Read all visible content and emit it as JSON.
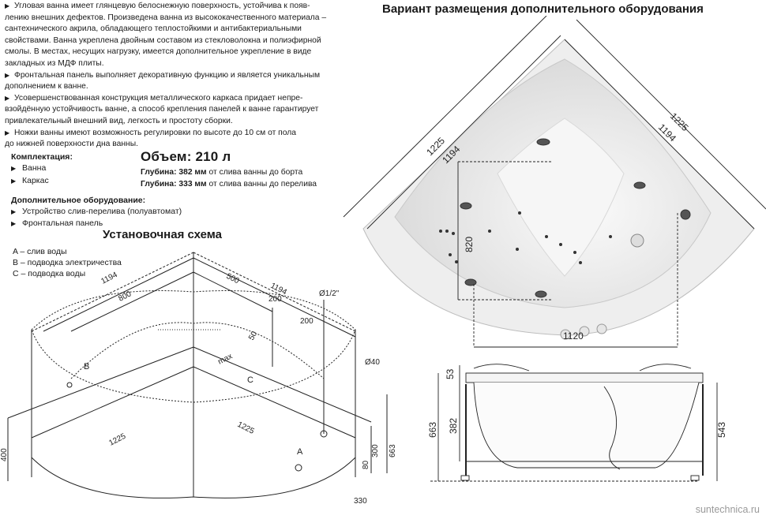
{
  "description": [
    "Угловая ванна имеет глянцевую белоснежную поверхность, устойчива к появ-",
    "лению внешних дефектов. Произведена ванна из высококачественного материала –",
    "сантехнического акрила, обладающего теплостойкими и антибактериальными",
    "свойствами. Ванна укреплена двойным составом из стекловолокна и полиэфирной",
    "смолы. В местах, несущих нагрузку, имеется дополнительное укрепление в виде",
    "закладных из МДФ плиты.",
    "Фронтальная панель выполняет декоративную функцию и является уникальным",
    "дополнением к ванне.",
    "Усовершенствованная конструкция металлического каркаса придает непре-",
    "взойдённую устойчивость ванне, а способ крепления панелей к ванне гарантирует",
    "привлекательный внешний вид, легкость и простоту сборки.",
    "Ножки ванны имеют возможность регулировки по высоте до 10 см от пола",
    "до нижней поверхности дна ванны."
  ],
  "kit": {
    "title": "Комплектация:",
    "items": [
      "Ванна",
      "Каркас"
    ]
  },
  "volume": {
    "label": "Объем: 210 л",
    "depth_board_bold": "Глубина: 382 мм",
    "depth_board_rest": " от слива ванны до борта",
    "depth_overflow_bold": "Глубина: 333 мм",
    "depth_overflow_rest": " от слива ванны до перелива"
  },
  "extra": {
    "title": "Дополнительное оборудование:",
    "items": [
      "Устройство слив-перелива (полуавтомат)",
      "Фронтальная панель"
    ]
  },
  "install": {
    "title": "Установочная схема",
    "legend": [
      "A – слив воды",
      "B – подводка электричества",
      "C – подводка воды"
    ],
    "dims": {
      "d1194a": "1194",
      "d800": "800",
      "d500": "500",
      "d1194b": "1194",
      "d200a": "200",
      "d200b": "200",
      "d_half": "Ø1/2\"",
      "d50": "50",
      "max": "max",
      "d40": "Ø40",
      "d1225a": "1225",
      "d1225b": "1225",
      "d400": "400",
      "d300": "300",
      "d663": "663",
      "d80": "80",
      "d330": "330",
      "lB": "B",
      "lC": "C",
      "lA": "A"
    }
  },
  "layout": {
    "title": "Вариант размещения дополнительного оборудования",
    "dims": {
      "d1225a": "1225",
      "d1194a": "1194",
      "d1225b": "1225",
      "d1194b": "1194",
      "d820": "820",
      "d1120": "1120"
    }
  },
  "side": {
    "dims": {
      "d53": "53",
      "d663": "663",
      "d382": "382",
      "d543": "543"
    }
  },
  "site": "suntechnica.ru"
}
